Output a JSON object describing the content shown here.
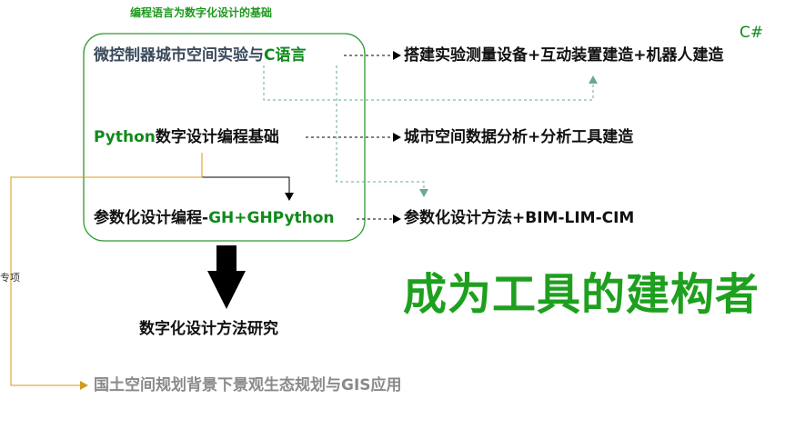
{
  "title": "编程语言为数字化设计的基础",
  "nodes": {
    "micro_main": "微控制器城市空间实验与",
    "micro_highlight": "C语言",
    "python_highlight": "Python",
    "python_main": "数字设计编程基础",
    "param_main": "参数化设计编程-",
    "param_highlight": "GH+GHPython",
    "out_micro": "搭建实验测量设备+互动装置建造+机器人建造",
    "out_python": "城市空间数据分析+分析工具建造",
    "out_param": "参数化设计方法+BIM-LIM-CIM",
    "research": "数字化设计方法研究",
    "gis": "国土空间规划背景下景观生态规划与GIS应用",
    "csharp": "C#",
    "special_label": "专项"
  },
  "slogan": "成为工具的建构者",
  "colors": {
    "green": "#1ea01e",
    "box_border": "#2e9a2e",
    "dashed_teal": "#6aa79a",
    "orange_line": "#d49a1a",
    "black": "#000000"
  }
}
